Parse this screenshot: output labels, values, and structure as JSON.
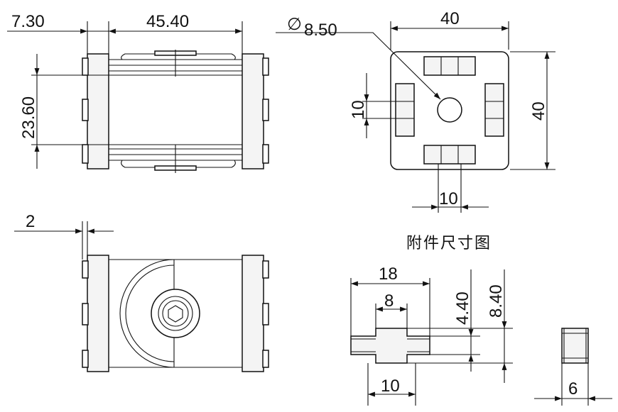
{
  "top_view": {
    "dim_width_small": "7.30",
    "dim_width_main": "45.40",
    "dim_height": "23.60"
  },
  "plate_view": {
    "dim_hole_symbol": "∅",
    "dim_hole": "8.50",
    "dim_width": "40",
    "dim_height": "40",
    "dim_slot_left": "10",
    "dim_slot_bottom": "10"
  },
  "side_view": {
    "dim_thickness": "2"
  },
  "caption": "附件尺寸图",
  "nut_view": {
    "dim_total": "18",
    "dim_inner": "8",
    "dim_bottom": "10",
    "dim_h1": "4.40",
    "dim_h2": "8.40"
  },
  "end_view": {
    "dim_width": "6"
  }
}
